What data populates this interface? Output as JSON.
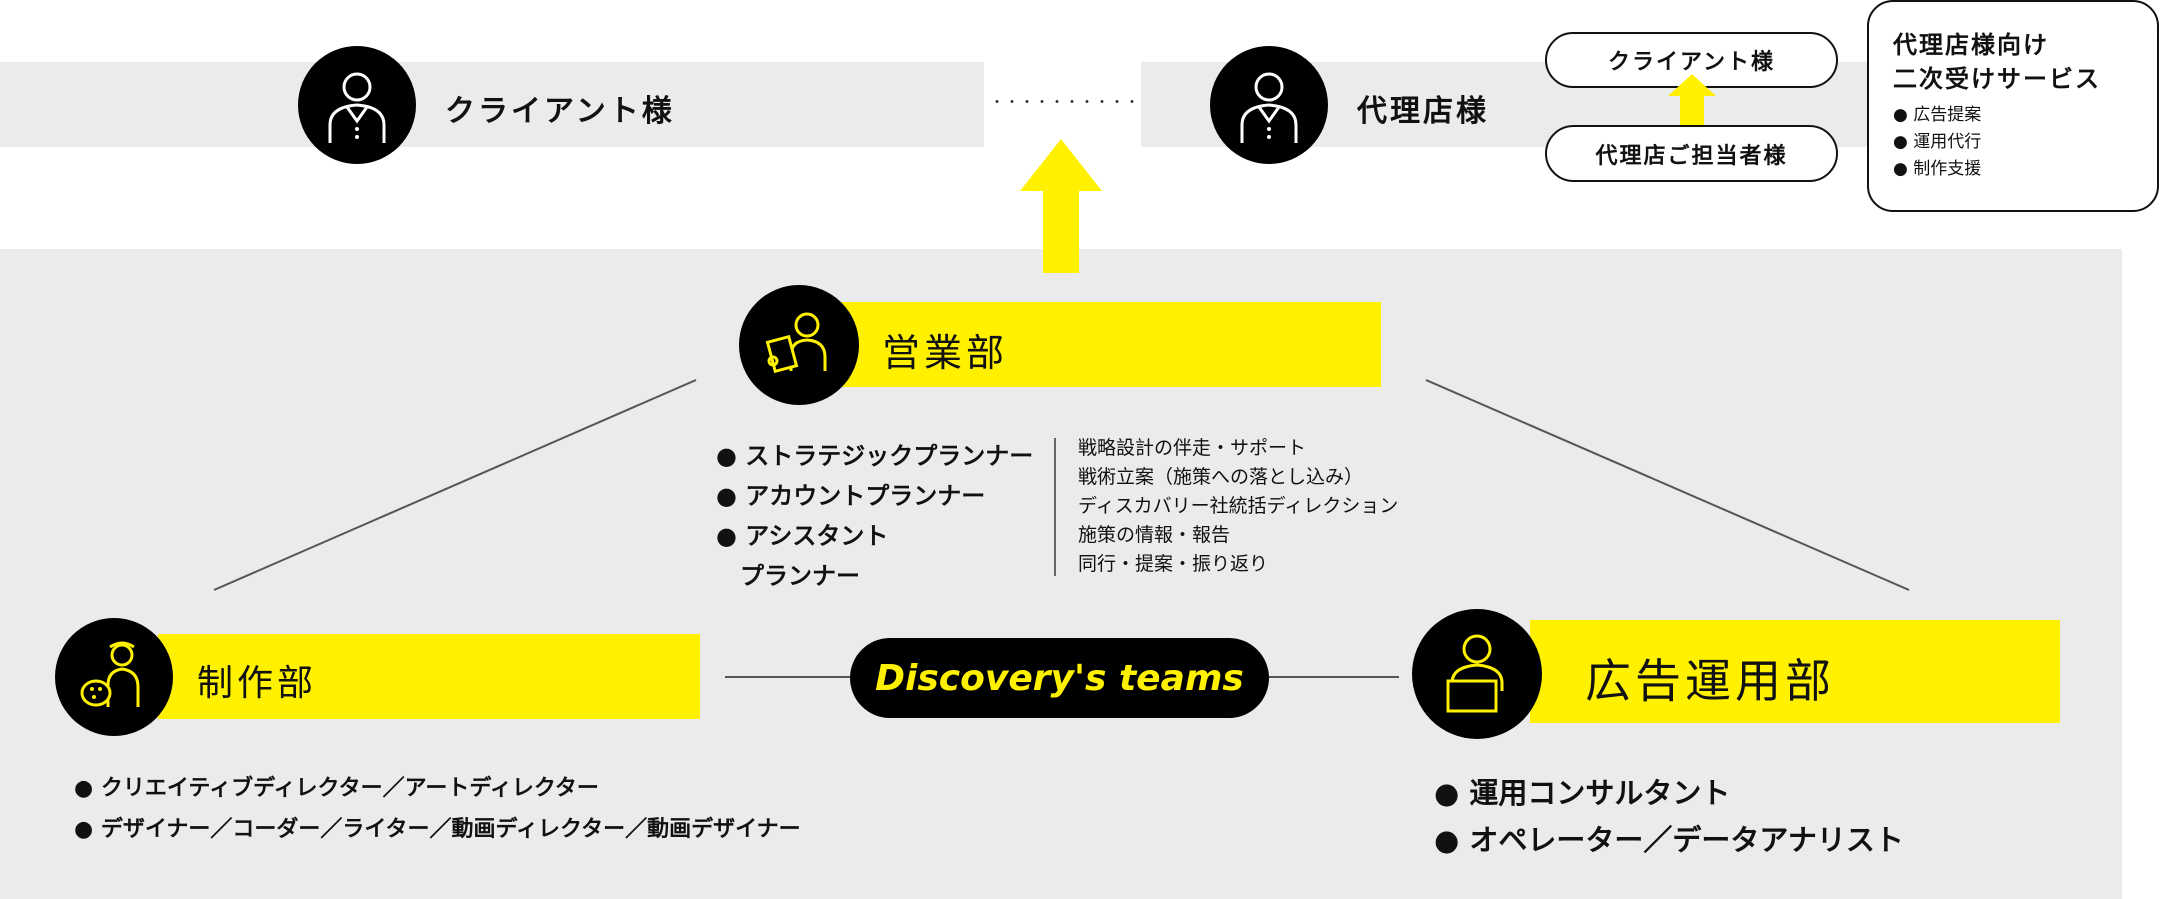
{
  "top": {
    "client_label": "クライアント様",
    "dots": "・・・・・・・・・・",
    "agency_label": "代理店様",
    "pill_client": "クライアント様",
    "pill_agency_contact": "代理店ご担当者様",
    "service_box": {
      "title_line1": "代理店様向け",
      "title_line2": "二次受けサービス",
      "items": [
        "● 広告提案",
        "● 運用代行",
        "● 制作支援"
      ]
    }
  },
  "sales": {
    "title": "営業部",
    "roles": [
      "● ストラテジックプランナー",
      "● アカウントプランナー",
      "● アシスタント",
      "　プランナー"
    ],
    "duties": [
      "戦略設計の伴走・サポート",
      "戦術立案（施策への落とし込み）",
      "ディスカバリー社統括ディレクション",
      "施策の情報・報告",
      "同行・提案・振り返り"
    ]
  },
  "production": {
    "title": "制作部",
    "roles": [
      "● クリエイティブディレクター／アートディレクター",
      "● デザイナー／コーダー／ライター／動画ディレクター／動画デザイナー"
    ]
  },
  "center": {
    "label": "Discovery's teams"
  },
  "ads": {
    "title": "広告運用部",
    "roles": [
      "● 運用コンサルタント",
      "● オペレーター／データアナリスト"
    ]
  },
  "colors": {
    "accent": "#fff100",
    "dark": "#000000",
    "band": "#ebebeb"
  }
}
